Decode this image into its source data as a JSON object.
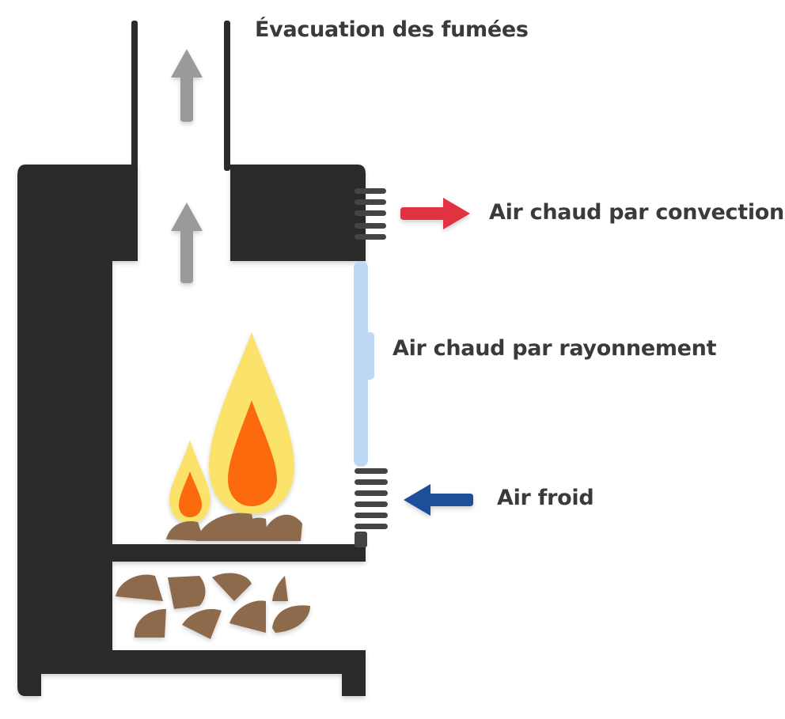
{
  "labels": {
    "smoke_exhaust": "Évacuation des fumées",
    "convection": "Air chaud par convection",
    "radiation": "Air chaud par rayonnement",
    "cold_air": "Air froid"
  },
  "colors": {
    "stove_body": "#2b2b2b",
    "smoke_arrow": "#9a9a9a",
    "hot_air_arrow": "#e0313f",
    "cold_air_arrow": "#1f4f99",
    "glass": "#bcd8f4",
    "flame_outer": "#fbe26b",
    "flame_inner": "#fb6a10",
    "wood": "#8e6a4e",
    "text": "#3a3a3a"
  }
}
